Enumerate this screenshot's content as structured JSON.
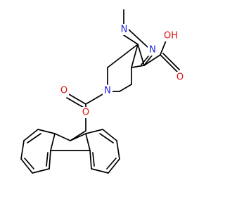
{
  "molecule": {
    "atom_labels": {
      "n1": "N",
      "n2": "N",
      "methyl": "CH3",
      "n_ring": "N",
      "o_carbonyl_carbamate": "O",
      "o_ester": "O",
      "oh_acid": "OH",
      "o_carbonyl_acid": "O"
    }
  },
  "colors": {
    "nitrogen": "#1f1fdf",
    "oxygen": "#e01010",
    "carbon": "#000000"
  }
}
